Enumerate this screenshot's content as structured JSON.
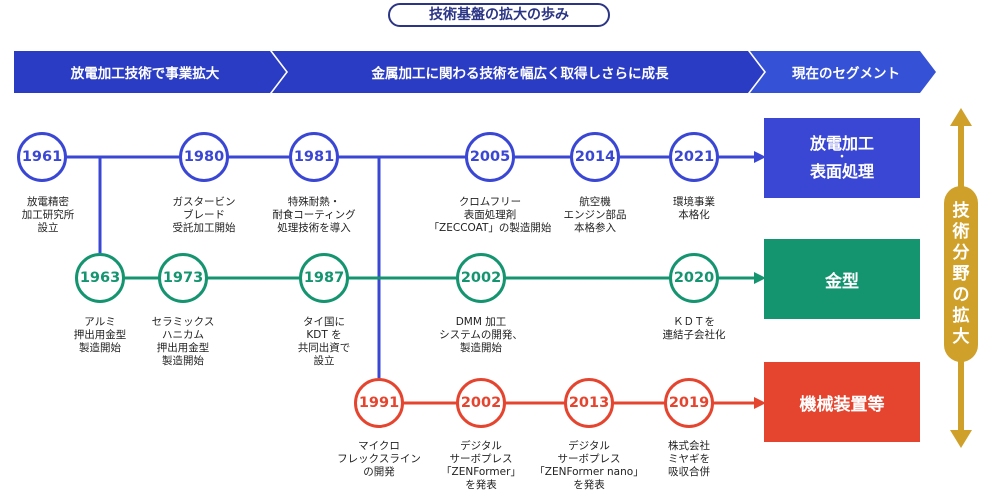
{
  "title": "技術基盤の拡大の歩み",
  "phases": [
    "放電加工技術で事業拡大",
    "金属加工に関わる技術を幅広く取得しさらに成長",
    "現在のセグメント"
  ],
  "segments": [
    {
      "line1": "放電加工",
      "dot": "・",
      "line2": "表面処理",
      "color": "#3a47d5"
    },
    {
      "line1": "金型",
      "color": "#14956f"
    },
    {
      "line1": "機械装置等",
      "color": "#e5452f"
    }
  ],
  "side_label": "技術分野の拡大",
  "colors": {
    "blue": "#3a47d5",
    "green": "#14956f",
    "red": "#e5452f",
    "gold": "#d0a12a",
    "navy": "#2b3585"
  },
  "milestones": [
    {
      "year": "1961",
      "track": "blue",
      "caption": "放電精密\n加工研究所\n設立"
    },
    {
      "year": "1980",
      "track": "blue",
      "caption": "ガスタービン\nブレード\n受託加工開始"
    },
    {
      "year": "1981",
      "track": "blue",
      "caption": "特殊耐熱・\n耐食コーティング\n処理技術を導入"
    },
    {
      "year": "2005",
      "track": "blue",
      "caption": "クロムフリー\n表面処理剤\n「ZECCOAT」の製造開始"
    },
    {
      "year": "2014",
      "track": "blue",
      "caption": "航空機\nエンジン部品\n本格参入"
    },
    {
      "year": "2021",
      "track": "blue",
      "caption": "環境事業\n本格化"
    },
    {
      "year": "1963",
      "track": "green",
      "caption": "アルミ\n押出用金型\n製造開始"
    },
    {
      "year": "1973",
      "track": "green",
      "caption": "セラミックス\nハニカム\n押出用金型\n製造開始"
    },
    {
      "year": "1987",
      "track": "green",
      "caption": "タイ国に\nKDT を\n共同出資で\n設立"
    },
    {
      "year": "2002",
      "track": "green",
      "caption": "DMM 加工\nシステムの開発、\n製造開始"
    },
    {
      "year": "2020",
      "track": "green",
      "caption": "ＫＤＴを\n連結子会社化"
    },
    {
      "year": "1991",
      "track": "red",
      "caption": "マイクロ\nフレックスライン\nの開発"
    },
    {
      "year": "2002",
      "track": "red",
      "caption": "デジタル\nサーボプレス\n「ZENFormer」\nを発表"
    },
    {
      "year": "2013",
      "track": "red",
      "caption": "デジタル\nサーボプレス\n「ZENFormer nano」\nを発表"
    },
    {
      "year": "2019",
      "track": "red",
      "caption": "株式会社\nミヤギを\n吸収合併"
    }
  ]
}
